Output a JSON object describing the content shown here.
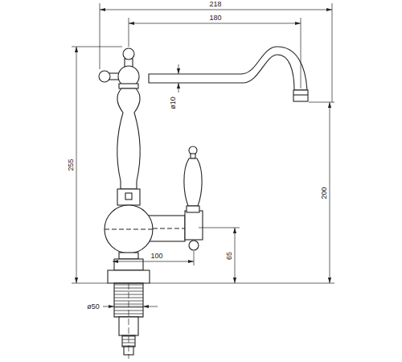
{
  "diagram": {
    "labels": [
      "218",
      "180",
      "255",
      "ø10",
      "200",
      "100",
      "65",
      "ø50"
    ]
  }
}
